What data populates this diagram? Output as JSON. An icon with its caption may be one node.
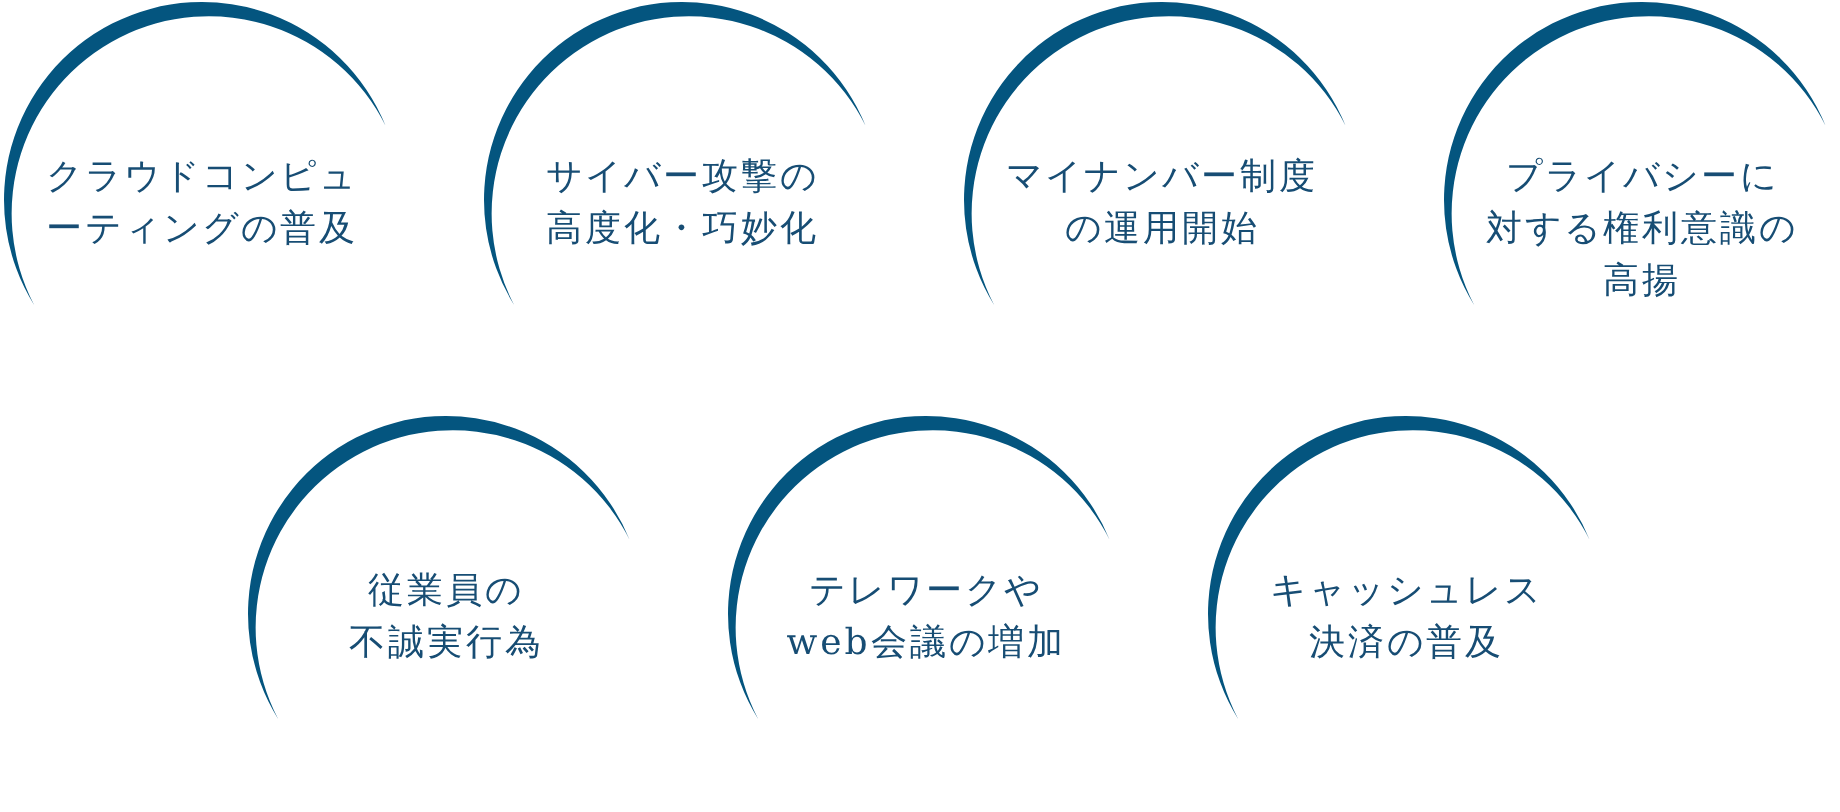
{
  "diagram": {
    "nodes": [
      {
        "text": [
          "クラウドコンピューティングの普及"
        ]
      },
      {
        "text": [
          "サイバー攻撃の高度化・巧妙化"
        ]
      },
      {
        "text": [
          "マイナンバー制度の運用開始"
        ]
      },
      {
        "text": [
          "プライバシーに対する権利意識の高揚"
        ]
      },
      {
        "text": [
          "従業員の不誠実行為"
        ]
      },
      {
        "text": [
          "テレワークやweb会議の増加"
        ]
      },
      {
        "text": [
          "キャッシュレス決済の普及"
        ]
      }
    ]
  }
}
